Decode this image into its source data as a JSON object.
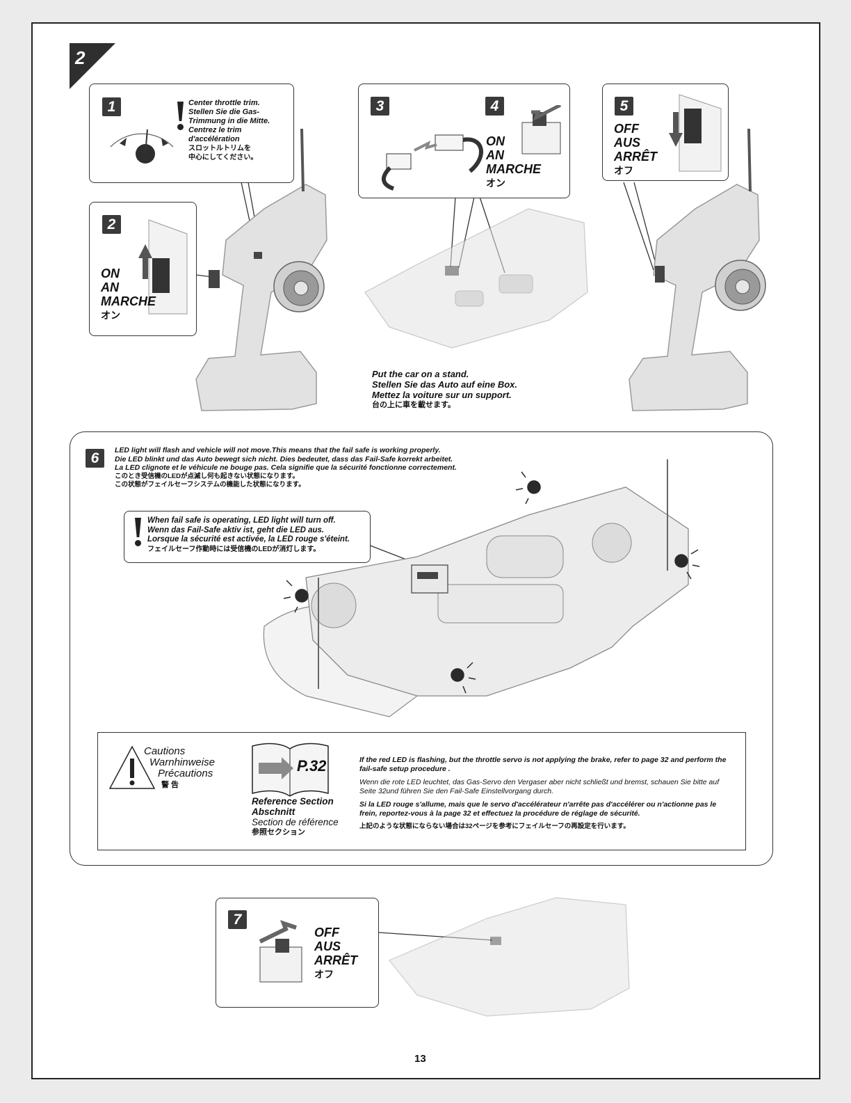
{
  "section_number": "2",
  "step1": {
    "num": "1",
    "lines": [
      "Center throttle trim.",
      "Stellen Sie die Gas-",
      "Trimmung in die Mitte.",
      "Centrez le trim",
      "d'accélération",
      "スロットルトリムを",
      "中心にしてください。"
    ]
  },
  "step2": {
    "num": "2",
    "lines": [
      "ON",
      "AN",
      "MARCHE",
      "オン"
    ]
  },
  "step3": {
    "num": "3"
  },
  "step4": {
    "num": "4",
    "lines": [
      "ON",
      "AN",
      "MARCHE",
      "オン"
    ]
  },
  "step5": {
    "num": "5",
    "lines": [
      "OFF",
      "AUS",
      "ARRÊT",
      "オフ"
    ]
  },
  "stand_note": {
    "lines": [
      "Put the car on a stand.",
      "Stellen Sie das Auto auf eine Box.",
      "Mettez la voiture sur un support.",
      "台の上に車を載せます。"
    ]
  },
  "step6": {
    "num": "6",
    "lines": [
      "LED light will flash and vehicle will not move.This means that the fail safe is working properly.",
      "Die LED blinkt und das Auto bewegt sich nicht. Dies bedeutet, dass das Fail-Safe korrekt arbeitet.",
      "La LED clignote et le véhicule ne bouge pas. Cela signifie que la sécurité fonctionne correctement.",
      "このとき受信機のLEDが点滅し何も起きない状態になります。",
      "この状態がフェイルセーフシステムの機能した状態になります。"
    ],
    "warning_lines": [
      "When fail safe is operating, LED light will turn off.",
      "Wenn das Fail-Safe aktiv ist, geht die LED aus.",
      "Lorsque la sécurité est activée, la LED rouge s'éteint.",
      "フェイルセーフ作動時には受信機のLEDが消灯します。"
    ]
  },
  "cautions": {
    "labels": [
      "Cautions",
      "Warnhinweise",
      "Précautions",
      "警 告"
    ],
    "ref_page": "P.32",
    "ref_labels": [
      "Reference Section",
      "Abschnitt",
      "Section de référence",
      "参照セクション"
    ],
    "paragraphs": [
      "If the red LED is flashing, but the throttle servo is not applying the brake, refer to page 32 and perform the fail-safe setup procedure .",
      "Wenn die rote LED leuchtet, das Gas-Servo den Vergaser aber nicht schließt und bremst, schauen Sie bitte auf Seite 32und führen Sie den Fail-Safe Einstellvorgang durch.",
      "Si la LED rouge s'allume, mais que le servo d'accélérateur n'arrête pas d'accélérer ou n'actionne pas le frein, reportez-vous à la page 32 et effectuez la procédure de réglage de sécurité.",
      "上記のような状態にならない場合は32ページを参考にフェイルセーフの再設定を行います。"
    ]
  },
  "step7": {
    "num": "7",
    "lines": [
      "OFF",
      "AUS",
      "ARRÊT",
      "オフ"
    ]
  },
  "page_number": "13"
}
